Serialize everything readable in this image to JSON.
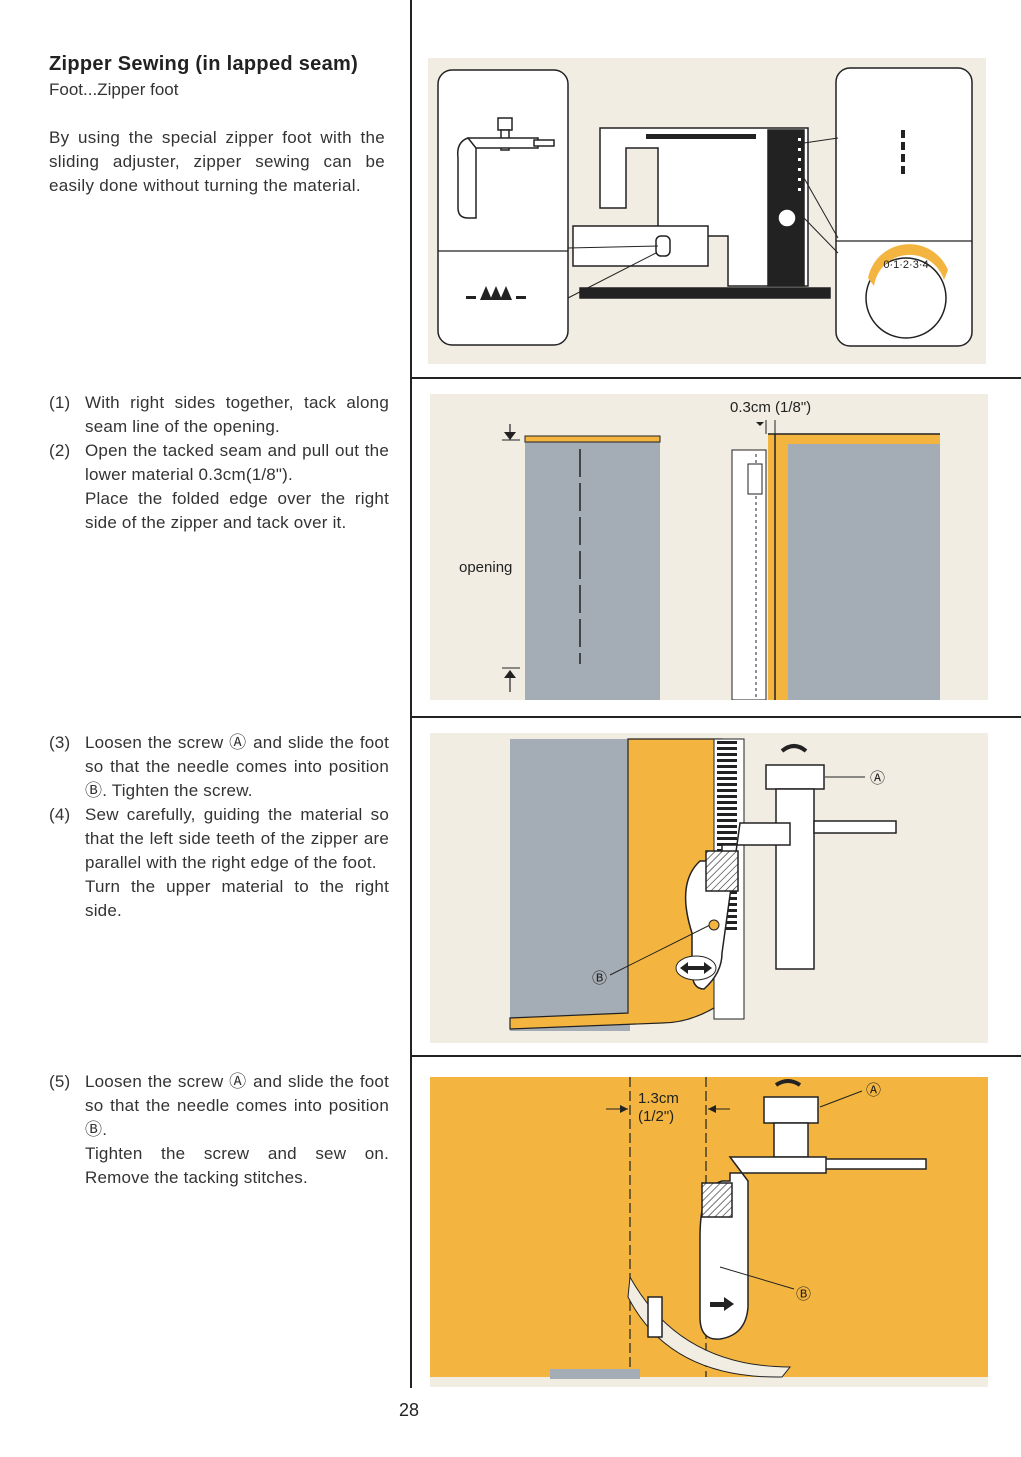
{
  "title": "Zipper Sewing (in lapped seam)",
  "subtitle": "Foot...Zipper foot",
  "intro": "By using the special zipper foot with the sliding adjuster, zipper sewing can be easily done without turning the material.",
  "steps": [
    {
      "num": "(1)",
      "text": "With right sides together, tack along seam line of the opening."
    },
    {
      "num": "(2)",
      "text": "Open the tacked seam and pull out the lower material 0.3cm(1/8\").",
      "extra": "Place the folded edge over the right side of the zipper and tack over it."
    },
    {
      "num": "(3)",
      "text": "Loosen the screw Ⓐ and slide the foot so that the needle comes into position Ⓑ. Tighten the screw."
    },
    {
      "num": "(4)",
      "text": "Sew carefully, guiding the material so that the left side teeth of the zipper are parallel with the right edge of the foot.",
      "extra": "Turn the upper material to the right side."
    },
    {
      "num": "(5)",
      "text": "Loosen the screw Ⓐ and slide the foot so that the needle comes into position Ⓑ.",
      "extra": "Tighten the screw and sew on. Remove the tacking stitches."
    }
  ],
  "figures": {
    "fig2": {
      "opening": "opening",
      "measure": "0.3cm (1/8\")"
    },
    "fig3": {
      "label_a": "Ⓐ",
      "label_b": "Ⓑ"
    },
    "fig4": {
      "measure_1": "1.3cm",
      "measure_2": "(1/2\")",
      "label_a": "Ⓐ",
      "label_b": "Ⓑ"
    },
    "dial": {
      "marks": "0·1·2·3·4"
    }
  },
  "page_number": "28",
  "colors": {
    "panel": "#f1ede3",
    "fabric_gray": "#a4acb5",
    "fabric_yellow": "#f3b540",
    "ink": "#222222"
  }
}
